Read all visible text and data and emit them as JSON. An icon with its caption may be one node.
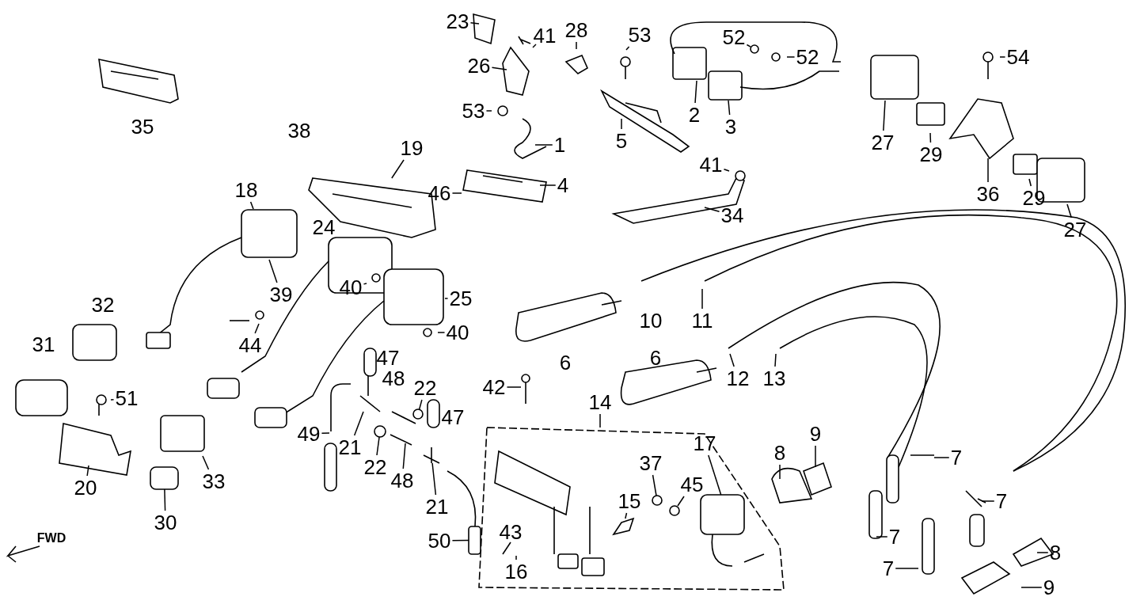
{
  "diagram": {
    "nodes": [
      {
        "text": [
          "23"
        ]
      },
      {
        "text": [
          "41"
        ]
      },
      {
        "text": [
          "28"
        ]
      },
      {
        "text": [
          "26"
        ]
      },
      {
        "text": [
          "53"
        ]
      },
      {
        "text": [
          "52"
        ]
      },
      {
        "text": [
          "52"
        ]
      },
      {
        "text": [
          "54"
        ]
      },
      {
        "text": [
          "53"
        ]
      },
      {
        "text": [
          "1"
        ]
      },
      {
        "text": [
          "19"
        ]
      },
      {
        "text": [
          "18"
        ]
      },
      {
        "text": [
          "46"
        ]
      },
      {
        "text": [
          "4"
        ]
      },
      {
        "text": [
          "5"
        ]
      },
      {
        "text": [
          "2"
        ]
      },
      {
        "text": [
          "3"
        ]
      },
      {
        "text": [
          "41"
        ]
      },
      {
        "text": [
          "34"
        ]
      },
      {
        "text": [
          "27"
        ]
      },
      {
        "text": [
          "29"
        ]
      },
      {
        "text": [
          "36"
        ]
      },
      {
        "text": [
          "29"
        ]
      },
      {
        "text": [
          "27"
        ]
      },
      {
        "text": [
          "39"
        ]
      },
      {
        "text": [
          "25"
        ]
      },
      {
        "text": [
          "40"
        ]
      },
      {
        "text": [
          "44"
        ]
      },
      {
        "text": [
          "40"
        ]
      },
      {
        "text": [
          "11"
        ]
      },
      {
        "text": [
          "12"
        ]
      },
      {
        "text": [
          "13"
        ]
      },
      {
        "text": [
          "22"
        ]
      },
      {
        "text": [
          "49"
        ]
      },
      {
        "text": [
          "21"
        ]
      },
      {
        "text": [
          "22"
        ]
      },
      {
        "text": [
          "48"
        ]
      },
      {
        "text": [
          "21"
        ]
      },
      {
        "text": [
          "42"
        ]
      },
      {
        "text": [
          "14"
        ]
      },
      {
        "text": [
          "17"
        ]
      },
      {
        "text": [
          "37"
        ]
      },
      {
        "text": [
          "45"
        ]
      },
      {
        "text": [
          "15"
        ]
      },
      {
        "text": [
          "16"
        ]
      },
      {
        "text": [
          "50"
        ]
      },
      {
        "text": [
          "8"
        ]
      },
      {
        "text": [
          "9"
        ]
      },
      {
        "text": [
          "7"
        ]
      },
      {
        "text": [
          "7"
        ]
      },
      {
        "text": [
          "7"
        ]
      },
      {
        "text": [
          "7"
        ]
      },
      {
        "text": [
          "8"
        ]
      },
      {
        "text": [
          "9"
        ]
      },
      {
        "text": [
          "51"
        ]
      },
      {
        "text": [
          "20"
        ]
      },
      {
        "text": [
          "33"
        ]
      },
      {
        "text": [
          "30"
        ]
      },
      {
        "text": [],
        "shape": "picture"
      },
      {
        "text": [],
        "shape": "circle"
      },
      {
        "text": [],
        "shape": "picture"
      },
      {
        "text": [],
        "shape": "picture"
      },
      {
        "text": [],
        "shape": "circle"
      },
      {
        "text": [],
        "shape": "box"
      },
      {
        "text": [],
        "shape": "circle"
      },
      {
        "text": [],
        "shape": "circle"
      },
      {
        "text": [],
        "shape": "picture"
      },
      {
        "text": [],
        "shape": "box"
      },
      {
        "text": [],
        "shape": "picture"
      },
      {
        "text": [],
        "shape": "circle"
      }
    ],
    "edges": [
      {
        "from": 0,
        "to": null,
        "arrow": "none"
      },
      {
        "from": 1,
        "to": null,
        "arrow": "none"
      },
      {
        "from": 2,
        "to": null,
        "arrow": "none"
      },
      {
        "from": 3,
        "to": null,
        "arrow": "none"
      },
      {
        "from": 4,
        "to": null,
        "arrow": "none"
      },
      {
        "from": 5,
        "to": 64,
        "arrow": "none"
      },
      {
        "from": 6,
        "to": null,
        "arrow": "none"
      },
      {
        "from": 7,
        "to": null,
        "arrow": "none"
      },
      {
        "from": 8,
        "to": null,
        "arrow": "none"
      },
      {
        "from": 9,
        "to": null,
        "arrow": "none"
      },
      {
        "from": 10,
        "to": 58,
        "arrow": "none"
      },
      {
        "from": 11,
        "to": null,
        "arrow": "none"
      },
      {
        "from": 12,
        "to": null,
        "arrow": "none"
      },
      {
        "from": 13,
        "to": null,
        "arrow": "none"
      },
      {
        "from": 14,
        "to": null,
        "arrow": "none"
      },
      {
        "from": 15,
        "to": null,
        "arrow": "none"
      },
      {
        "from": 16,
        "to": null,
        "arrow": "none"
      },
      {
        "from": 17,
        "to": null,
        "arrow": "none"
      },
      {
        "from": 18,
        "to": null,
        "arrow": "none"
      },
      {
        "from": 19,
        "to": null,
        "arrow": "none"
      },
      {
        "from": 20,
        "to": null,
        "arrow": "none"
      },
      {
        "from": 21,
        "to": null,
        "arrow": "none"
      },
      {
        "from": 22,
        "to": null,
        "arrow": "none"
      },
      {
        "from": 23,
        "to": null,
        "arrow": "none"
      },
      {
        "from": 24,
        "to": null,
        "arrow": "none"
      },
      {
        "from": 25,
        "to": null,
        "arrow": "none"
      },
      {
        "from": 26,
        "to": null,
        "arrow": "none"
      },
      {
        "from": 27,
        "to": null,
        "arrow": "none"
      },
      {
        "from": 28,
        "to": null,
        "arrow": "none"
      },
      {
        "from": 29,
        "to": null,
        "arrow": "none"
      },
      {
        "from": 30,
        "to": null,
        "arrow": "none"
      },
      {
        "from": 31,
        "to": null,
        "arrow": "none"
      },
      {
        "from": 32,
        "to": 65,
        "arrow": "none"
      },
      {
        "from": 33,
        "to": null,
        "arrow": "none"
      },
      {
        "from": 34,
        "to": 68,
        "arrow": "none"
      },
      {
        "from": 35,
        "to": 59,
        "arrow": "none"
      },
      {
        "from": 36,
        "to": null,
        "arrow": "none"
      },
      {
        "from": 37,
        "to": 60,
        "arrow": "none"
      },
      {
        "from": 38,
        "to": null,
        "arrow": "none"
      },
      {
        "from": 39,
        "to": null,
        "arrow": "none"
      },
      {
        "from": 40,
        "to": 61,
        "arrow": "none"
      },
      {
        "from": 41,
        "to": 62,
        "arrow": "none"
      },
      {
        "from": 42,
        "to": 69,
        "arrow": "none"
      },
      {
        "from": 43,
        "to": 66,
        "arrow": "none"
      },
      {
        "from": 44,
        "to": null,
        "arrow": "none"
      },
      {
        "from": 45,
        "to": 67,
        "arrow": "none"
      },
      {
        "from": 46,
        "to": null,
        "arrow": "none"
      },
      {
        "from": 47,
        "to": null,
        "arrow": "none"
      },
      {
        "from": 48,
        "to": null,
        "arrow": "none"
      },
      {
        "from": 49,
        "to": null,
        "arrow": "none"
      },
      {
        "from": 50,
        "to": null,
        "arrow": "none"
      },
      {
        "from": 51,
        "to": null,
        "arrow": "none"
      },
      {
        "from": 52,
        "to": null,
        "arrow": "none"
      },
      {
        "from": 53,
        "to": null,
        "arrow": "none"
      },
      {
        "from": 54,
        "to": null,
        "arrow": "none"
      },
      {
        "from": 55,
        "to": null,
        "arrow": "none"
      },
      {
        "from": 56,
        "to": null,
        "arrow": "none"
      },
      {
        "from": 57,
        "to": 63,
        "arrow": "none"
      }
    ],
    "labels": [
      "35",
      "38",
      "24",
      "10",
      "31",
      "32",
      "6",
      "6",
      "47",
      "48",
      "47",
      "43",
      "FWD"
    ]
  }
}
